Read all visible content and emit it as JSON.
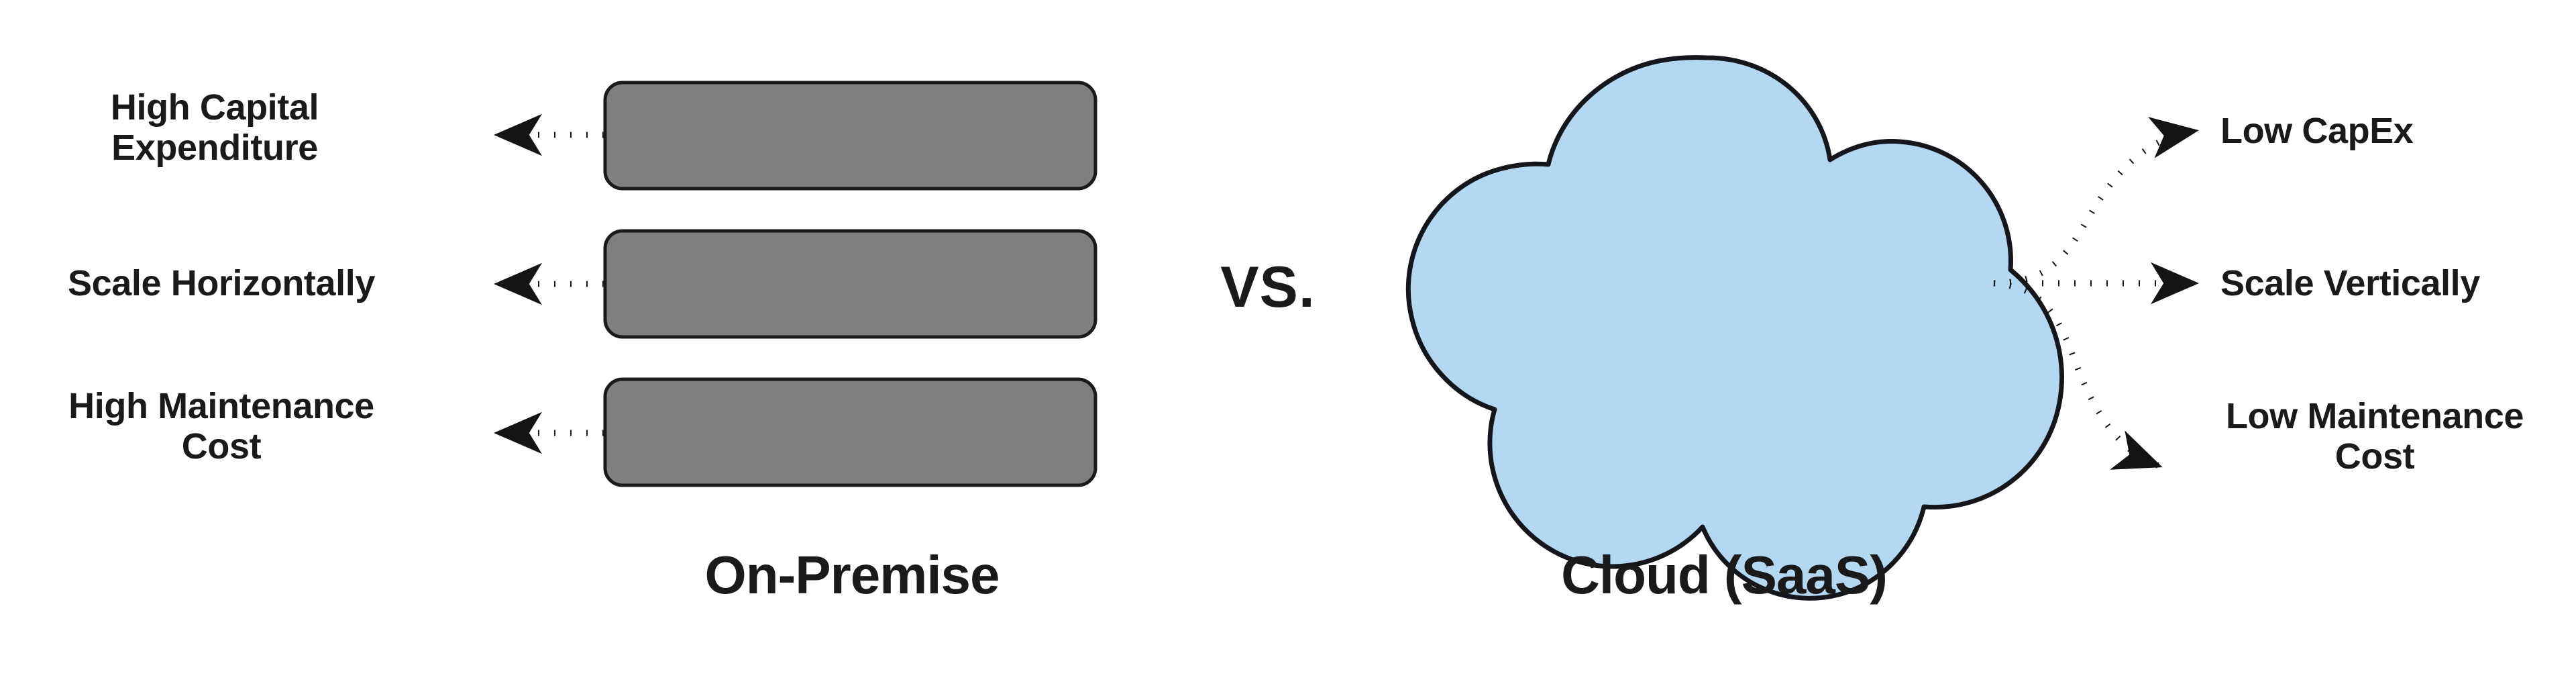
{
  "diagram": {
    "kind": "comparison-diagram",
    "background_color": "#ffffff",
    "comparison_separator": "VS."
  },
  "onpremise": {
    "title": "On-Premise",
    "shape": "rounded-rectangle-stack",
    "shape_fill": "#7f7f7f",
    "shape_stroke": "#1a1a1a",
    "box_count": 3,
    "features": [
      {
        "label": "High Capital\nExpenditure",
        "arrow": "dotted-arrow-left"
      },
      {
        "label": "Scale Horizontally",
        "arrow": "dotted-arrow-left"
      },
      {
        "label": "High Maintenance\nCost",
        "arrow": "dotted-arrow-left"
      }
    ]
  },
  "cloud": {
    "title": "Cloud (SaaS)",
    "shape": "cloud",
    "shape_fill": "#b5d8f2",
    "shape_stroke": "#15161c",
    "features": [
      {
        "label": "Low CapEx",
        "arrow": "dotted-curved-arrow-up-right"
      },
      {
        "label": "Scale Vertically",
        "arrow": "dotted-arrow-right"
      },
      {
        "label": "Low Maintenance\nCost",
        "arrow": "dotted-curved-arrow-down-right"
      }
    ]
  },
  "colors": {
    "server_gray": "#7f7f7f",
    "cloud_blue": "#b5d8f2",
    "stroke_black": "#1a1a1a",
    "text_black": "#1a1a1a"
  }
}
